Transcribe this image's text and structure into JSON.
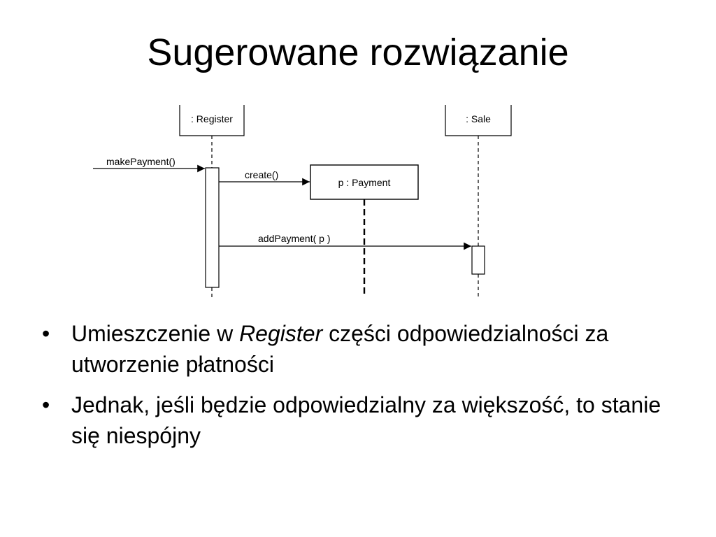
{
  "slide": {
    "title": "Sugerowane rozwiązanie"
  },
  "diagram": {
    "lifelines": {
      "register": ": Register",
      "sale": ": Sale",
      "payment": "p : Payment"
    },
    "messages": {
      "make_payment": "makePayment()",
      "create": "create()",
      "add_payment": "addPayment( p )"
    }
  },
  "bullets": [
    {
      "before": "Umieszczenie w ",
      "emphasis": "Register",
      "after": " części odpowiedzialności za utworzenie płatności"
    },
    {
      "text": "Jednak, jeśli  będzie odpowiedzialny za większość, to stanie się niespójny"
    }
  ],
  "bullet_symbol": "•"
}
